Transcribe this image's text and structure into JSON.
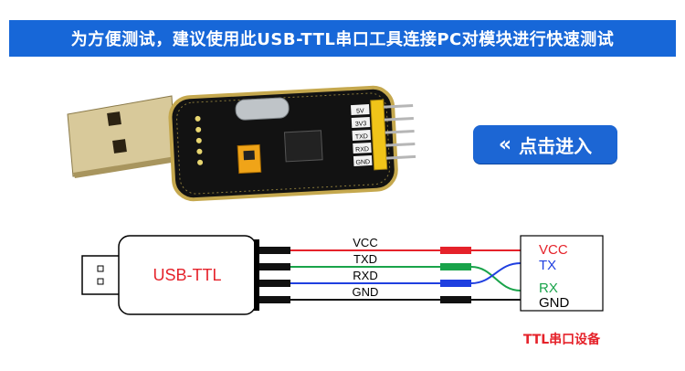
{
  "header": {
    "banner_text": "为方便测试，建议使用此USB-TTL串口工具连接PC对模块进行快速测试"
  },
  "board": {
    "pin_labels": [
      "5V",
      "3V3",
      "TXD",
      "RXD",
      "GND"
    ]
  },
  "cta": {
    "chevron": "«",
    "label": "点击进入"
  },
  "diagram": {
    "adapter_label": "USB-TTL",
    "wire_labels": [
      "VCC",
      "TXD",
      "RXD",
      "GND"
    ],
    "device_pins": [
      "VCC",
      "TX",
      "RX",
      "GND"
    ],
    "device_caption": "TTL串口设备"
  },
  "colors": {
    "banner_bg": "#1767d8",
    "cta_bg": "#1c66d4",
    "accent_red": "#e5222a",
    "wire_vcc": "#e5222a",
    "wire_txd": "#19a34a",
    "wire_rxd": "#1f3fe0",
    "wire_gnd": "#111111"
  }
}
